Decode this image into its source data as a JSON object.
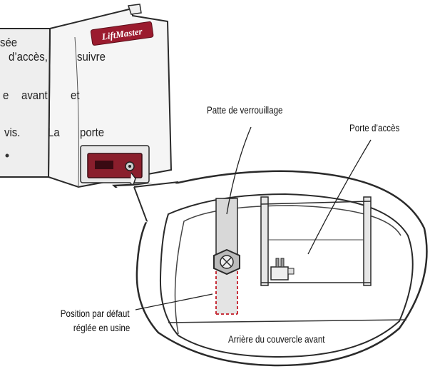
{
  "background_text": [
    "sée",
    "d’accès,",
    "suivre",
    "e",
    "avant",
    "et",
    "vis.",
    "La",
    "porte"
  ],
  "logo": {
    "text": "LiftMaster"
  },
  "labels": {
    "latch_tab": "Patte de verrouillage",
    "access_door": "Porte d’accès",
    "default_position_line1": "Position par défaut",
    "default_position_line2": "réglée en usine",
    "front_cover_back": "Arrière du couvercle avant"
  },
  "colors": {
    "cover_fill": "#f5f5f5",
    "outline": "#2a2a2a",
    "brand_red": "#9b1b2e",
    "frame_red": "#8a1e2c",
    "latch_gray": "#d8d8d8",
    "dashed_red": "#c8323c"
  }
}
